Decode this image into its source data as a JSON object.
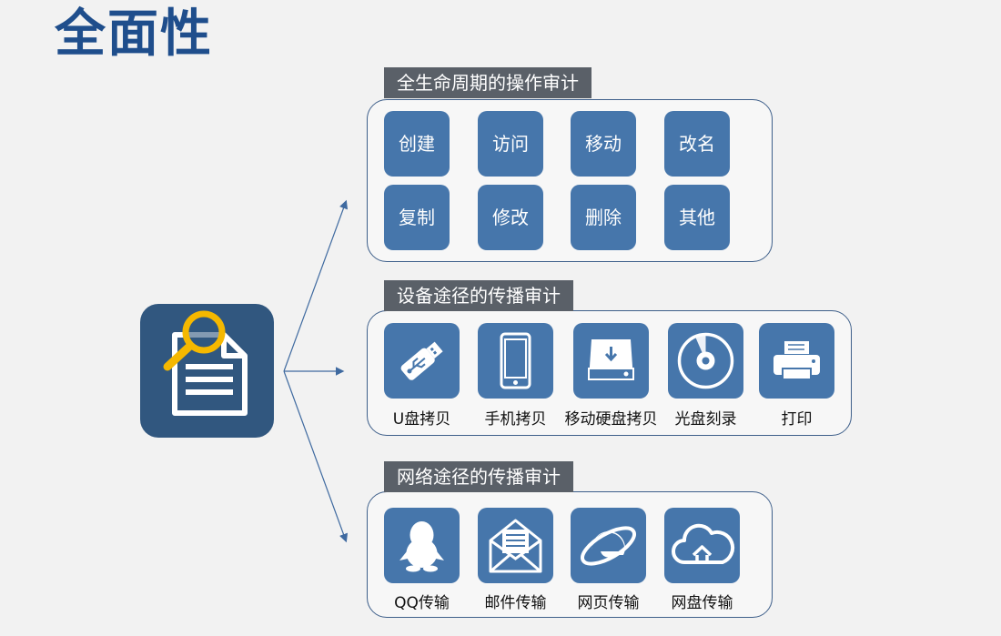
{
  "page_title": "全面性",
  "sections": [
    {
      "label": "全生命周期的操作审计",
      "items": [
        "创建",
        "访问",
        "移动",
        "改名",
        "复制",
        "修改",
        "删除",
        "其他"
      ]
    },
    {
      "label": "设备途径的传播审计",
      "items": [
        {
          "label": "U盘拷贝",
          "icon": "usb-drive-icon"
        },
        {
          "label": "手机拷贝",
          "icon": "smartphone-icon"
        },
        {
          "label": "移动硬盘拷贝",
          "icon": "external-hard-drive-icon"
        },
        {
          "label": "光盘刻录",
          "icon": "optical-disc-icon"
        },
        {
          "label": "打印",
          "icon": "printer-icon"
        }
      ]
    },
    {
      "label": "网络途径的传播审计",
      "items": [
        {
          "label": "QQ传输",
          "icon": "qq-penguin-icon"
        },
        {
          "label": "邮件传输",
          "icon": "mail-envelope-icon"
        },
        {
          "label": "网页传输",
          "icon": "internet-explorer-icon"
        },
        {
          "label": "网盘传输",
          "icon": "cloud-upload-icon"
        }
      ]
    }
  ],
  "main_icon": "document-search-icon",
  "colors": {
    "title": "#1f4e8c",
    "tile": "#4676ab",
    "label_bg": "#5a6068",
    "main_icon_bg": "#31577f",
    "magnifier": "#f5b800"
  }
}
